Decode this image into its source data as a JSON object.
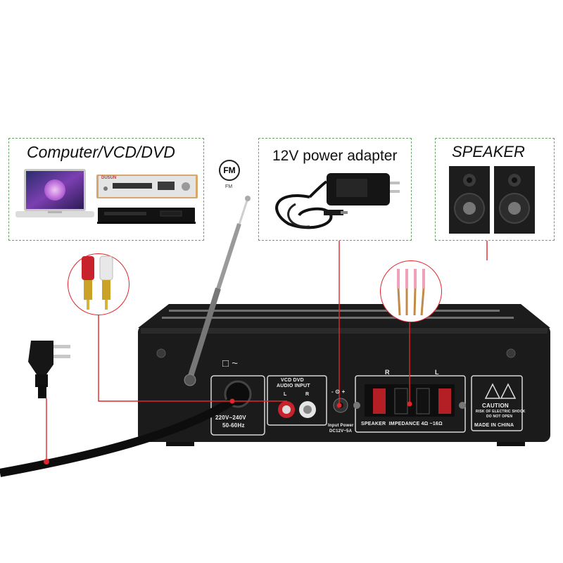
{
  "sources": {
    "title": "Computer/VCD/DVD",
    "laptop_icon": "laptop-icon",
    "player_icon": "dvd-player-icon",
    "player_brand": "DUSUN"
  },
  "fm": {
    "badge": "FM",
    "caption": "FM"
  },
  "power_adapter": {
    "title": "12V power adapter"
  },
  "speaker": {
    "title": "SPEAKER"
  },
  "amplifier": {
    "power_symbol": "□ ~",
    "mains_rating_line1": "220V~240V",
    "mains_rating_line2": "50-60Hz",
    "audio_input_line1": "VCD DVD",
    "audio_input_line2": "AUDIO INPUT",
    "channel_left": "L",
    "channel_right": "R",
    "dc_polarity": "- ⊙ +",
    "input_power_line1": "Input Power",
    "input_power_line2": "DC12V~5A",
    "speaker_r": "R",
    "speaker_l": "L",
    "speaker_impedance": "SPEAKER  IMPEDANCE 4Ω ~16Ω",
    "caution_title": "CAUTION",
    "caution_line1": "RISK OF ELECTRIC SHOCK",
    "caution_line2": "DO NOT OPEN",
    "made_in": "MADE IN CHINA"
  },
  "colors": {
    "guide_line": "#e0262b",
    "dashed_border": "#6aa36a",
    "chassis": "#1b1b1b"
  }
}
